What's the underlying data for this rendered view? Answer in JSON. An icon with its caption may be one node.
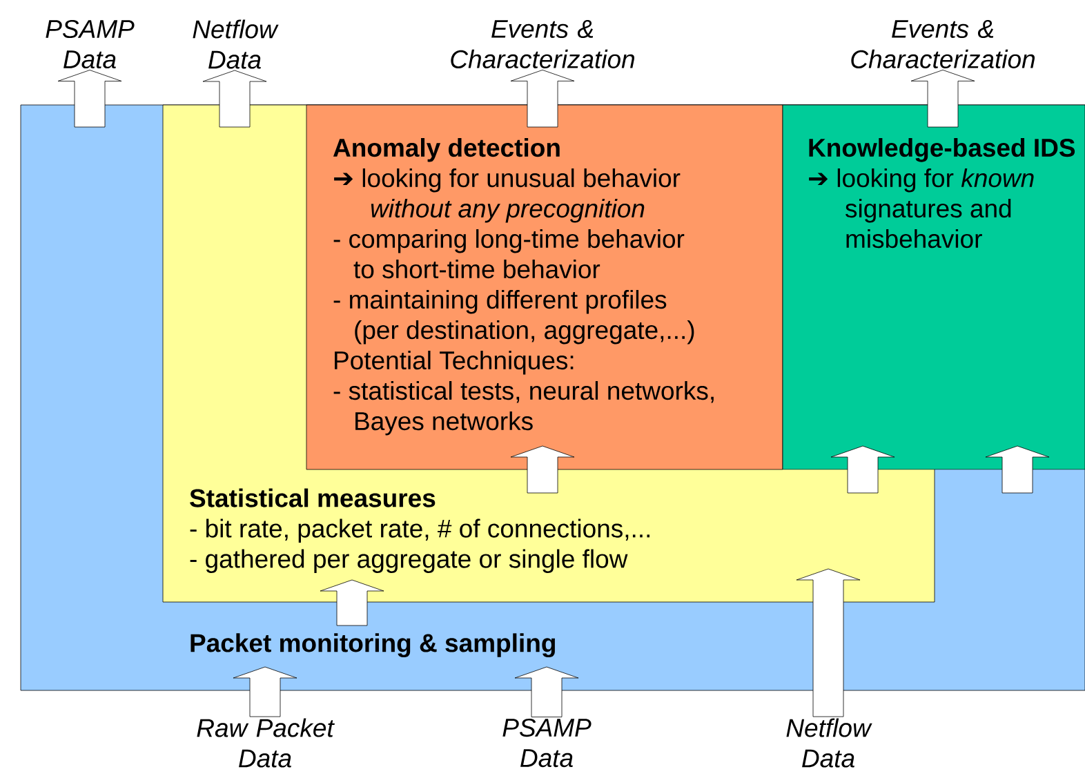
{
  "diagram": {
    "nodes": [
      {
        "text": [
          "PSAMP Data"
        ]
      },
      {
        "text": [
          "Netflow Data"
        ]
      },
      {
        "text": [
          "Events & Characterization"
        ]
      },
      {
        "text": [
          "Events & Characterization"
        ]
      },
      {
        "text": [
          "Packet monitoring & sampling"
        ]
      },
      {
        "text": [
          "Statistical measures",
          "- bit rate, packet rate, # of connections,...",
          "- gathered per aggregate or single flow"
        ],
        "in": 4
      },
      {
        "text": [
          "Anomaly detection",
          "➔ looking for unusual behavior *without any precognition*",
          "- comparing long-time behavior to short-time behavior",
          "- maintaining different profiles (per destination, aggregate,...)",
          "Potential Techniques:",
          "- statistical tests, neural networks, Bayes networks"
        ],
        "in": 5
      },
      {
        "text": [
          "Knowledge-based IDS",
          "➔ looking for *known* signatures and misbehavior"
        ],
        "in": 4
      },
      {
        "text": [
          "Raw Packet Data"
        ]
      },
      {
        "text": [
          "PSAMP Data"
        ]
      },
      {
        "text": [
          "Netflow Data"
        ]
      }
    ],
    "edges": [
      {
        "from": 4,
        "to": 0,
        "arrow": "to"
      },
      {
        "from": 5,
        "to": 1,
        "arrow": "to"
      },
      {
        "from": 6,
        "to": 2,
        "arrow": "to"
      },
      {
        "from": 7,
        "to": 3,
        "arrow": "to"
      },
      {
        "from": 8,
        "to": 4,
        "arrow": "to"
      },
      {
        "from": 9,
        "to": 4,
        "arrow": "to"
      },
      {
        "from": 10,
        "to": 5,
        "arrow": "to"
      },
      {
        "from": 4,
        "to": 5,
        "arrow": "to"
      },
      {
        "from": 5,
        "to": 6,
        "arrow": "to"
      },
      {
        "from": 5,
        "to": 7,
        "arrow": "to"
      },
      {
        "from": 4,
        "to": 7,
        "arrow": "to"
      }
    ]
  }
}
